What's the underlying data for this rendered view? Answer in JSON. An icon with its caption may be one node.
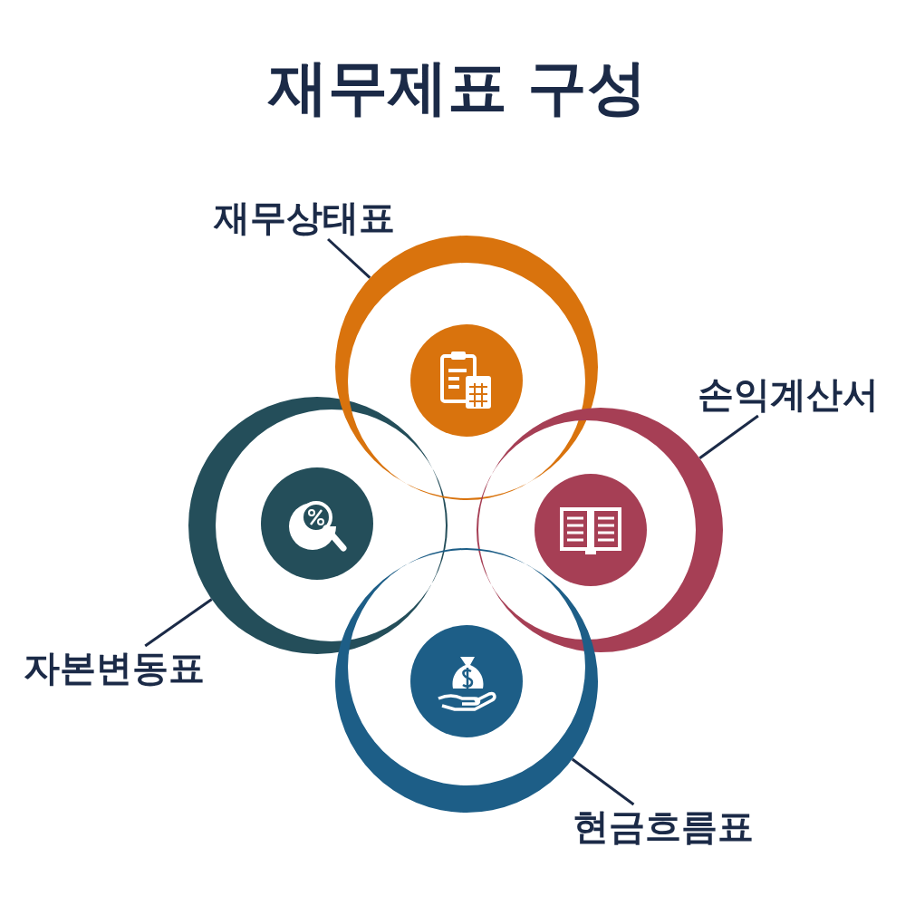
{
  "diagram": {
    "title": "재무제표 구성",
    "nodes": [
      {
        "text": [
          "재무상태표"
        ]
      },
      {
        "text": [],
        "shape": "circle"
      },
      {
        "text": [
          "손익계산서"
        ]
      },
      {
        "text": [],
        "shape": "circle"
      },
      {
        "text": [
          "자본변동표"
        ]
      },
      {
        "text": [],
        "shape": "circle"
      },
      {
        "text": [
          "현금흐름표"
        ]
      },
      {
        "text": [],
        "shape": "circle"
      }
    ],
    "edges": [
      {
        "from": 0,
        "to": 1,
        "arrow": "none"
      },
      {
        "from": 2,
        "to": 3,
        "arrow": "none"
      },
      {
        "from": 4,
        "to": 5,
        "arrow": "none"
      },
      {
        "from": 6,
        "to": 7,
        "arrow": "none"
      }
    ]
  }
}
